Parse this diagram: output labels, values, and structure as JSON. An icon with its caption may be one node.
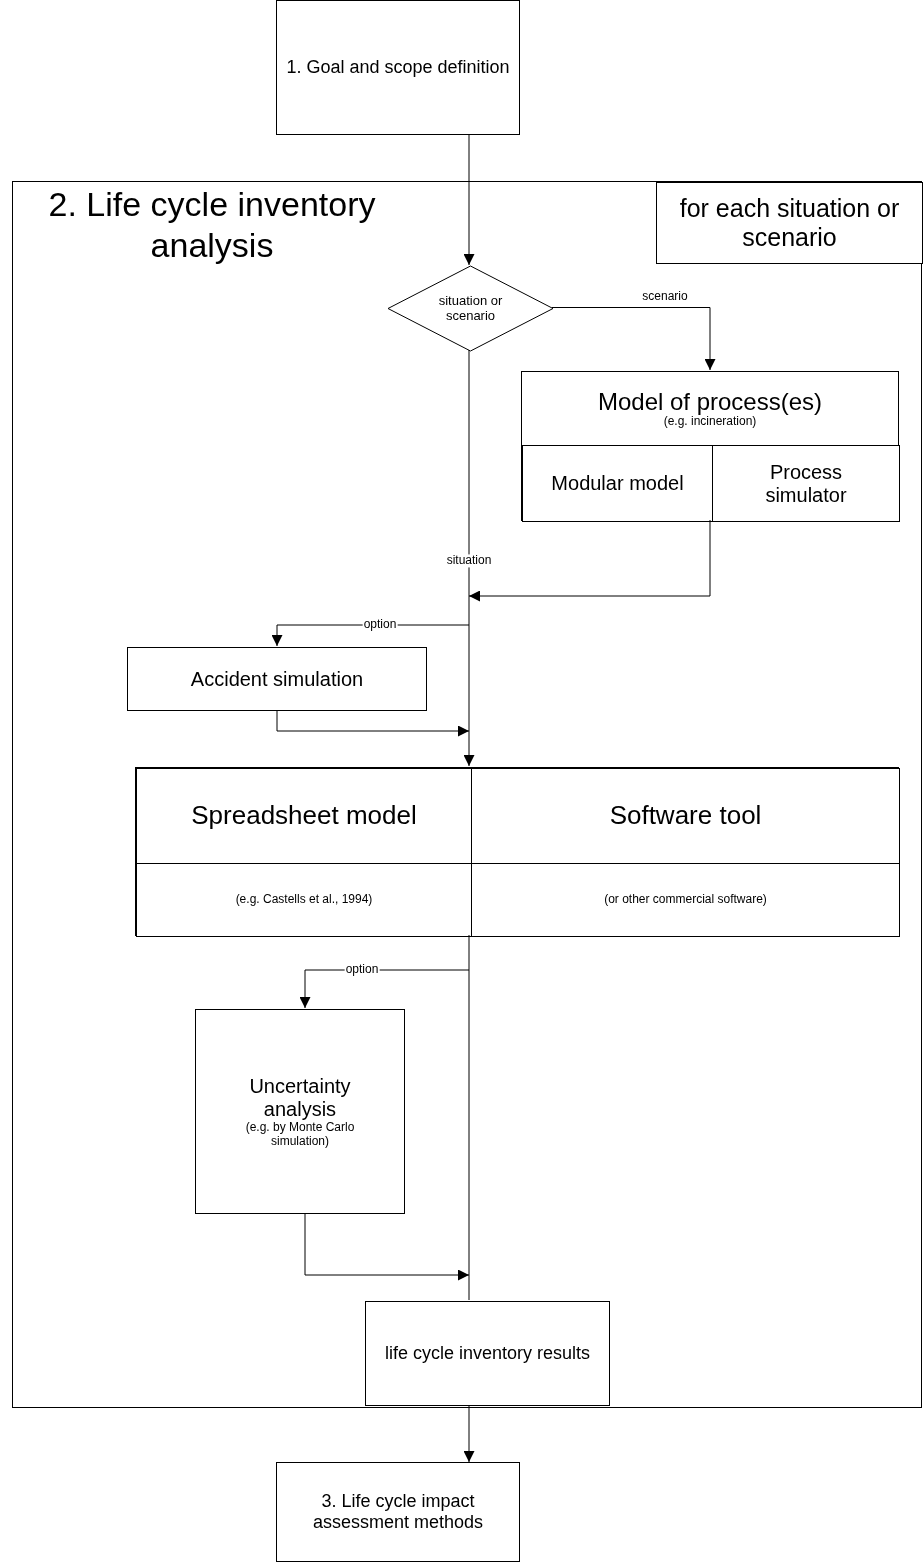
{
  "diagram": {
    "nodes": [
      {
        "text": [
          "1. Goal and scope definition"
        ]
      },
      {
        "text": [
          "2. Life cycle inventory analysis"
        ]
      },
      {
        "text": [
          "for each situation or scenario"
        ],
        "in": 1
      },
      {
        "text": [
          "situation or scenario"
        ],
        "in": 1
      },
      {
        "text": [
          "Model of process(es)",
          "(e.g. incineration)"
        ],
        "in": 1
      },
      {
        "text": [
          "Modular model"
        ],
        "in": 4
      },
      {
        "text": [
          "Process simulator"
        ],
        "in": 4
      },
      {
        "text": [
          "Accident simulation"
        ],
        "in": 1
      },
      {
        "text": [],
        "shape": "box",
        "in": 1
      },
      {
        "text": [
          "Spreadsheet model"
        ],
        "in": 8
      },
      {
        "text": [
          "Software tool"
        ],
        "in": 8
      },
      {
        "text": [
          "(e.g. Castells et al., 1994)"
        ],
        "in": 8
      },
      {
        "text": [
          "(or other commercial software)"
        ],
        "in": 8
      },
      {
        "text": [
          "Uncertainty analysis",
          "(e.g. by Monte Carlo simulation)"
        ],
        "in": 1
      },
      {
        "text": [
          "life cycle inventory results"
        ],
        "in": 1
      },
      {
        "text": [
          "3. Life cycle impact assessment methods"
        ]
      }
    ],
    "edges": [
      {
        "from": 0,
        "to": 3,
        "arrow": "to"
      },
      {
        "from": 3,
        "to": 4,
        "arrow": "to",
        "label": "scenario"
      },
      {
        "from": 3,
        "to": 8,
        "arrow": "to",
        "label": "situation"
      },
      {
        "from": 4,
        "to": null,
        "arrow": "to"
      },
      {
        "from": null,
        "to": 7,
        "arrow": "to",
        "label": "option"
      },
      {
        "from": 7,
        "to": 8,
        "arrow": "to"
      },
      {
        "from": null,
        "to": 13,
        "arrow": "to",
        "label": "option"
      },
      {
        "from": 13,
        "to": 14,
        "arrow": "to"
      },
      {
        "from": 8,
        "to": 14,
        "arrow": "none"
      },
      {
        "from": 14,
        "to": 15,
        "arrow": "to"
      }
    ]
  }
}
